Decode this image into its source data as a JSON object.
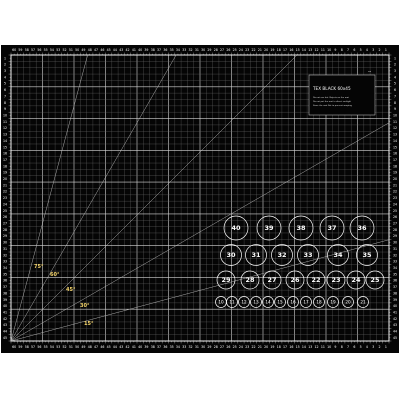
{
  "brand": {
    "label": "TEX BLACK 60x45",
    "notes": [
      "Do not use hot Objects on the mat",
      "Do not put the mat in direct sunlight",
      "Store the mat flat to prevent warping"
    ],
    "units": "cm"
  },
  "angles": [
    "75°",
    "60°",
    "45°",
    "30°",
    "15°"
  ],
  "circles_large": [
    "40",
    "39",
    "38",
    "37",
    "36"
  ],
  "circles_mid": [
    "30",
    "31",
    "32",
    "33",
    "34",
    "35"
  ],
  "circles_row3": [
    "29",
    "28",
    "27",
    "26",
    "22",
    "23",
    "24",
    "25"
  ],
  "circles_small": [
    "10",
    "11",
    "12",
    "13",
    "14",
    "15",
    "16",
    "17",
    "18",
    "19",
    "20",
    "21"
  ],
  "ruler_top": [
    "60",
    "59",
    "58",
    "57",
    "56",
    "55",
    "54",
    "53",
    "52",
    "51",
    "50",
    "49",
    "48",
    "47",
    "46",
    "45",
    "44",
    "43",
    "42",
    "41",
    "40",
    "39",
    "38",
    "37",
    "36",
    "35",
    "34",
    "33",
    "32",
    "31",
    "30",
    "29",
    "28",
    "27",
    "26",
    "25",
    "24",
    "23",
    "22",
    "21",
    "20",
    "19",
    "18",
    "17",
    "16",
    "15",
    "14",
    "13",
    "12",
    "11",
    "10",
    "9",
    "8",
    "7",
    "6",
    "5",
    "4",
    "3",
    "2",
    "1"
  ],
  "ruler_left": [
    "1",
    "2",
    "3",
    "4",
    "5",
    "6",
    "7",
    "8",
    "9",
    "10",
    "11",
    "12",
    "13",
    "14",
    "15",
    "16",
    "17",
    "18",
    "19",
    "20",
    "21",
    "22",
    "23",
    "24",
    "25",
    "26",
    "27",
    "28",
    "29",
    "30",
    "31",
    "32",
    "33",
    "34",
    "35",
    "36",
    "37",
    "38",
    "39",
    "40",
    "41",
    "42",
    "43",
    "44",
    "45"
  ],
  "colors": {
    "mat": "#050505",
    "grid_minor": "#6f6f6f",
    "grid_major": "#d6d6d6",
    "angle_label": "#f3d36a",
    "circle_stroke": "#ffffff"
  }
}
